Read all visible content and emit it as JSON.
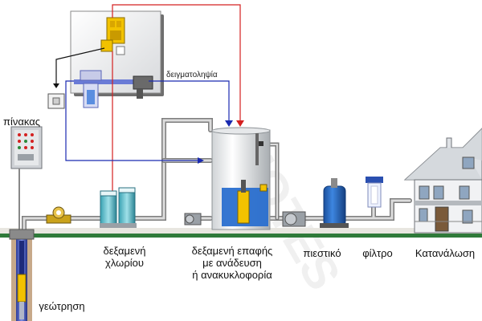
{
  "labels": {
    "sampling": "δειγματοληψία",
    "panel": "πίνακας",
    "chlorine_tank_line1": "δεξαμενή",
    "chlorine_tank_line2": "χλωρίου",
    "contact_tank_line1": "δεξαμενή επαφής",
    "contact_tank_line2": "με ανάδευση",
    "contact_tank_line3": "ή ανακυκλοφορία",
    "pressure_tank": "πιεστικό",
    "filter": "φίλτρο",
    "consumption": "Κατανάλωση",
    "borehole": "γεώτρηση"
  },
  "colors": {
    "signal_red": "#d42020",
    "signal_blue": "#1a2ab0",
    "ground_green": "#2f7a3a",
    "pipe_gray": "#c8c8c8",
    "tank_blue": "#2a6fcf"
  }
}
